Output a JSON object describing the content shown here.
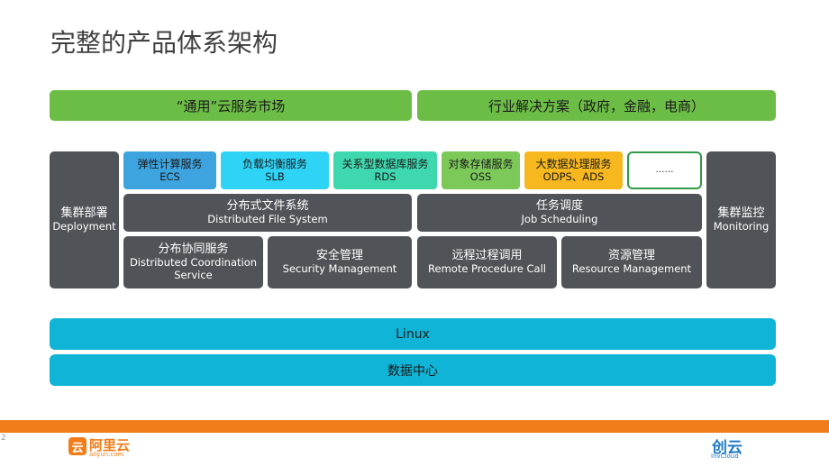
{
  "title": "完整的产品体系架构",
  "top_bars": {
    "left": "“通用”云服务市场",
    "right": "行业解决方案（政府，金融，电商）"
  },
  "deployment": {
    "cn": "集群部署",
    "en": "Deployment"
  },
  "monitoring": {
    "cn": "集群监控",
    "en": "Monitoring"
  },
  "services": [
    {
      "cn": "弹性计算服务",
      "en": "ECS",
      "color": "#3ea4df"
    },
    {
      "cn": "负载均衡服务",
      "en": "SLB",
      "color": "#2fd3f5"
    },
    {
      "cn": "关系型数据库服务",
      "en": "RDS",
      "color": "#3fd8ae"
    },
    {
      "cn": "对象存储服务",
      "en": "OSS",
      "color": "#7cc95a"
    },
    {
      "cn": "大数据处理服务",
      "en": "ODPS、ADS",
      "color": "#f6b71f"
    },
    {
      "cn": "……",
      "en": "",
      "color": "#ffffff"
    }
  ],
  "dfs": {
    "cn": "分布式文件系统",
    "en": "Distributed File System"
  },
  "job": {
    "cn": "任务调度",
    "en": "Job Scheduling"
  },
  "coord": {
    "cn": "分布协同服务",
    "en1": "Distributed Coordination",
    "en2": "Service"
  },
  "security": {
    "cn": "安全管理",
    "en": "Security Management"
  },
  "rpc": {
    "cn": "远程过程调用",
    "en": "Remote Procedure Call"
  },
  "resource": {
    "cn": "资源管理",
    "en": "Resource Management"
  },
  "linux": "Linux",
  "datacenter": "数据中心",
  "page_number": "2",
  "logos": {
    "aliyun_icon": "云",
    "aliyun_name": "阿里云",
    "aliyun_domain": "aliyun.com",
    "invcloud_name": "创云",
    "invcloud_domain": "InvCloud"
  }
}
